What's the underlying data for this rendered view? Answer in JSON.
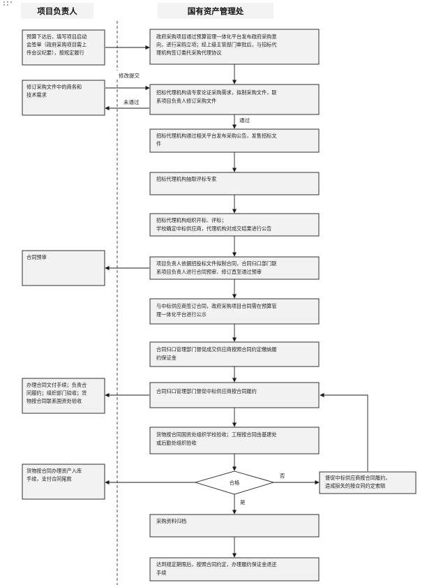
{
  "lanes": {
    "left_title": "项目负责人",
    "right_title": "国有资产管理处"
  },
  "nodes": {
    "L1": [
      "预算下达后，填写项目启动",
      "会签单（政府采购项目需上",
      "传会议纪要），按规定履行"
    ],
    "L2": [
      "修订采购文件中的商务和",
      "技术需求"
    ],
    "L3": [
      "合同预审"
    ],
    "L4": [
      "办理合同文付手续；负责合",
      "同履约；组织部门验收；货",
      "物按合同联系国资处验收"
    ],
    "L5": [
      "货物按合同办理资产入库",
      "手续，支付合同尾款"
    ],
    "R1": [
      "政府采购项目通过预算管理一体化平台发布政府采购意",
      "向，进行采购立项；经上级主管部门审批后，与招标代",
      "理机构签订委托采购代理协议"
    ],
    "R2": [
      "招标代理机构请专家论证采购需求，拟制采购文件，联",
      "系项目负责人修订采购文件"
    ],
    "R3": [
      "招标代理机构通过相关平台发布采购公告，发售招标文",
      "件"
    ],
    "R4": [
      "招标代理机构抽取评标专家"
    ],
    "R5": [
      "招标代理机构组织开标、评标；",
      "学校确定中标供应商，代理机构对成交结果进行公告"
    ],
    "R6": [
      "项目负责人依据招投标文件拟制合同，合同归口部门联",
      "系项目负责人进行合同预审、修订直至通过预审"
    ],
    "R7": [
      "与中标供应商签订合同，政府采购项目合同需在预算管",
      "理一体化平台进行公示"
    ],
    "R8": [
      "合同归口管理部门督促成交供应商按照合同约定缴纳履",
      "约保证金"
    ],
    "R9": [
      "合同归口管理部门督促中标供应商按合同履约"
    ],
    "R10": [
      "货物按合同国资处组织学校验收；工程按合同由基建处",
      "或后勤处组织验收"
    ],
    "R11": [
      "采购资料归档"
    ],
    "R12": [
      "达到规定期限后，按照合同约定，办理履约保证金退还",
      "手续"
    ],
    "RR": [
      "督促中标供应商按合同履约，",
      "造成损失的按合同约定索赔"
    ],
    "D": [
      "合格"
    ]
  },
  "labels": {
    "revise_submit": "修改提交",
    "not_pass": "未通过",
    "pass": "通过",
    "no": "否",
    "yes": "是"
  }
}
